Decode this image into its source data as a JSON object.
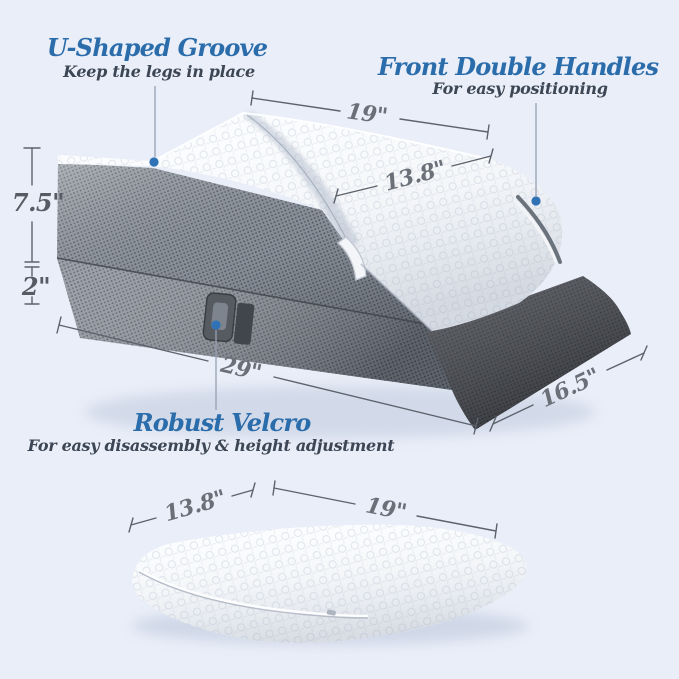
{
  "colors": {
    "background": "#e9eef8",
    "accent_blue": "#2b6cab",
    "subtitle_dark": "#3d4654",
    "dimension_gray": "#6a6f78",
    "leader_dot_blue": "#2f72b6"
  },
  "annotations": {
    "groove": {
      "title": "U-Shaped Groove",
      "subtitle": "Keep the legs in place"
    },
    "handles": {
      "title": "Front Double Handles",
      "subtitle": "For easy positioning"
    },
    "velcro": {
      "title": "Robust Velcro",
      "subtitle": "For easy disassembly & height adjustment"
    }
  },
  "dimensions": {
    "wedge": {
      "top_width": "19\"",
      "incline_depth": "13.8\"",
      "upper_height": "7.5\"",
      "base_height": "2\"",
      "length": "29\"",
      "depth": "16.5\""
    },
    "flat_pillow": {
      "depth": "13.8\"",
      "width": "19\""
    }
  }
}
